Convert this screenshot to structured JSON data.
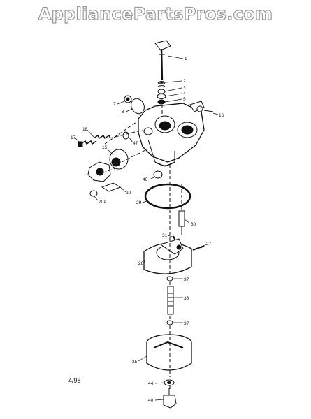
{
  "watermark": "AppliancePartsPros.com",
  "date_code": "4/98",
  "callouts": {
    "c1": "1",
    "c2": "2",
    "c3": "3",
    "c4": "4",
    "c5": "5",
    "c7": "7",
    "c8": "8",
    "c16": "16",
    "c17": "17",
    "c18": "18",
    "c47": "47",
    "c15": "15",
    "c46": "46",
    "c20": "20",
    "c20a": "20A",
    "c29": "29",
    "c30": "30",
    "c31": "31",
    "c27": "27",
    "c28": "28",
    "c37a": "37",
    "c36": "36",
    "c37b": "37",
    "c25": "25",
    "c44": "44",
    "c40": "40"
  }
}
